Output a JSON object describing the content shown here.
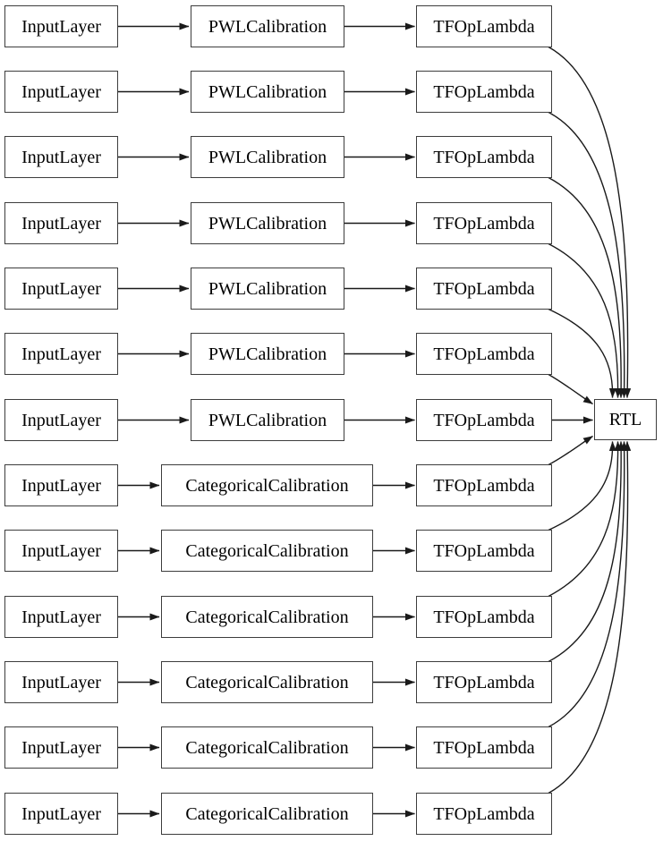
{
  "diagram": {
    "type": "model-graph",
    "output_node": {
      "label": "RTL"
    },
    "colors": {
      "background": "#ffffff",
      "node_fill": "#ffffff",
      "node_border": "#3d3d3d",
      "edge": "#1a1a1a",
      "text": "#000000"
    },
    "connections": {
      "row_pattern": "input -> calibration -> lambda",
      "all_lambdas_to": "RTL"
    }
  },
  "rows": [
    {
      "input": "InputLayer",
      "calibration": "PWLCalibration",
      "lambda": "TFOpLambda"
    },
    {
      "input": "InputLayer",
      "calibration": "PWLCalibration",
      "lambda": "TFOpLambda"
    },
    {
      "input": "InputLayer",
      "calibration": "PWLCalibration",
      "lambda": "TFOpLambda"
    },
    {
      "input": "InputLayer",
      "calibration": "PWLCalibration",
      "lambda": "TFOpLambda"
    },
    {
      "input": "InputLayer",
      "calibration": "PWLCalibration",
      "lambda": "TFOpLambda"
    },
    {
      "input": "InputLayer",
      "calibration": "PWLCalibration",
      "lambda": "TFOpLambda"
    },
    {
      "input": "InputLayer",
      "calibration": "PWLCalibration",
      "lambda": "TFOpLambda"
    },
    {
      "input": "InputLayer",
      "calibration": "CategoricalCalibration",
      "lambda": "TFOpLambda"
    },
    {
      "input": "InputLayer",
      "calibration": "CategoricalCalibration",
      "lambda": "TFOpLambda"
    },
    {
      "input": "InputLayer",
      "calibration": "CategoricalCalibration",
      "lambda": "TFOpLambda"
    },
    {
      "input": "InputLayer",
      "calibration": "CategoricalCalibration",
      "lambda": "TFOpLambda"
    },
    {
      "input": "InputLayer",
      "calibration": "CategoricalCalibration",
      "lambda": "TFOpLambda"
    },
    {
      "input": "InputLayer",
      "calibration": "CategoricalCalibration",
      "lambda": "TFOpLambda"
    }
  ]
}
